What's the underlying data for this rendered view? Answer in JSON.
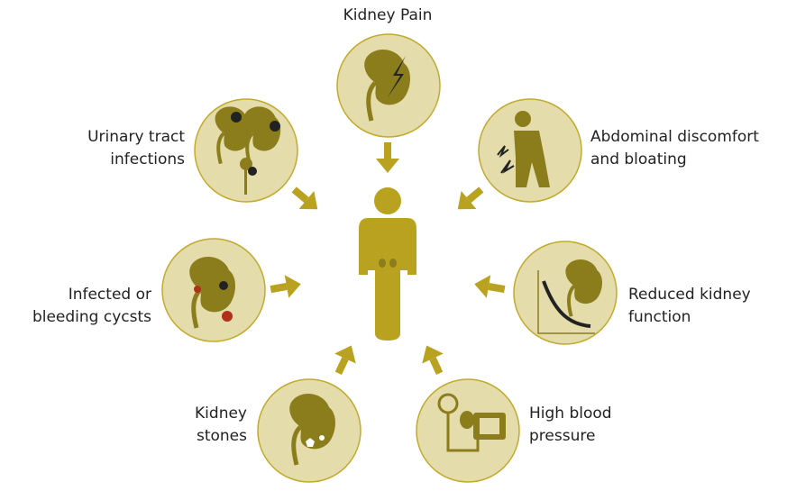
{
  "title": "Kidney Pain",
  "symptoms": [
    {
      "id": "urinary",
      "line1": "Urinary tract",
      "line2": "infections"
    },
    {
      "id": "abdominal",
      "line1": "Abdominal discomfort",
      "line2": "and bloating"
    },
    {
      "id": "cysts",
      "line1": "Infected or",
      "line2": "bleeding cycsts"
    },
    {
      "id": "reduced",
      "line1": "Reduced kidney",
      "line2": "function"
    },
    {
      "id": "stones",
      "line1": "Kidney",
      "line2": "stones"
    },
    {
      "id": "bp",
      "line1": "High blood",
      "line2": "pressure"
    }
  ],
  "colors": {
    "circle_fill": "#e4dcaa",
    "circle_border": "#c2aa2e",
    "icon": "#8b7d1c",
    "accent": "#b8a21f",
    "dark": "#222222",
    "red": "#b0301a"
  }
}
